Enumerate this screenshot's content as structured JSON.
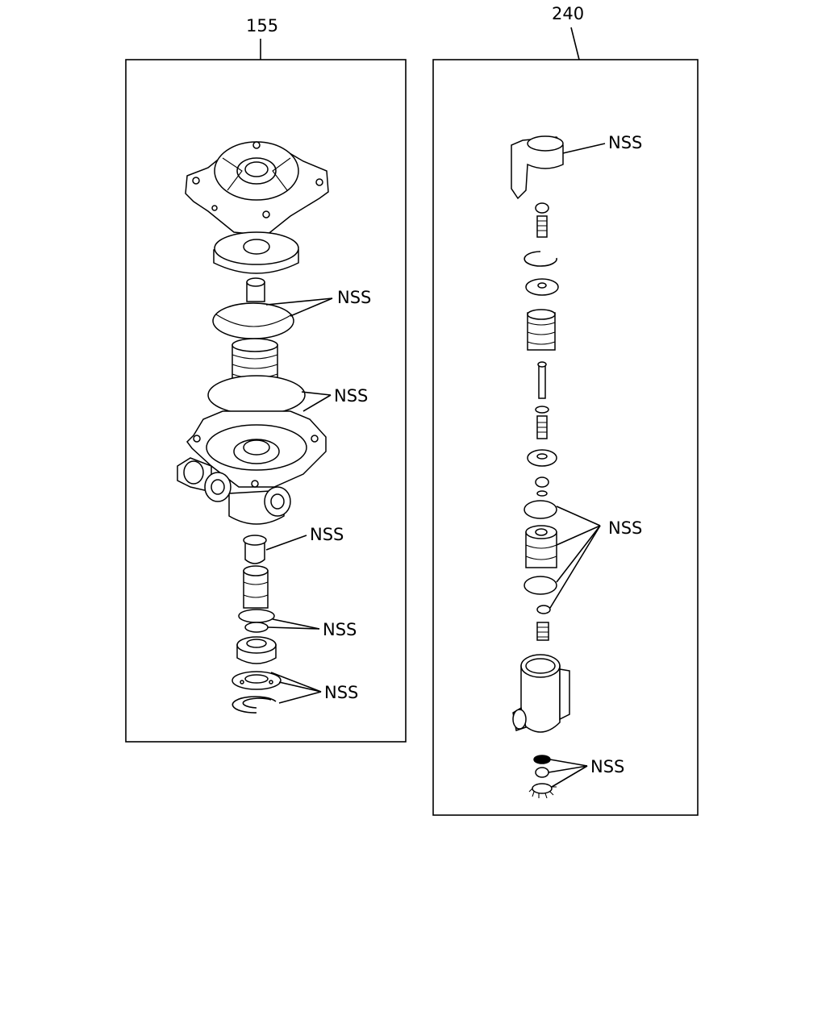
{
  "assemblies": [
    {
      "ref": "155"
    },
    {
      "ref": "240"
    }
  ],
  "callouts": {
    "left": [
      "NSS",
      "NSS",
      "NSS",
      "NSS",
      "NSS"
    ],
    "right": [
      "NSS",
      "NSS",
      "NSS"
    ]
  }
}
